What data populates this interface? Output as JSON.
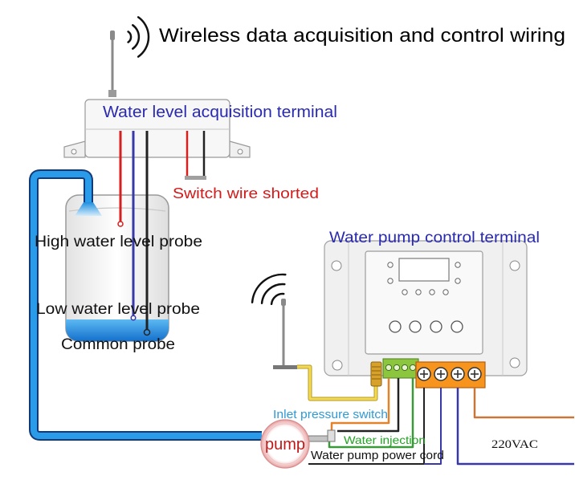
{
  "title": "Wireless data acquisition and control wiring",
  "acquisition_terminal": {
    "label": "Water level acquisition terminal"
  },
  "switch_wire": {
    "label": "Switch wire shorted"
  },
  "tank": {
    "high_probe": "High water level probe",
    "low_probe": "Low water level probe",
    "common_probe": "Common probe"
  },
  "control_terminal": {
    "label": "Water pump control terminal"
  },
  "pump": {
    "label": "pump",
    "inlet_switch": "Inlet pressure switch",
    "water_injection": "Water injection",
    "power_cord": "Water pump power cord"
  },
  "power": {
    "voltage": "220VAC"
  },
  "colors": {
    "title": "#000000",
    "terminal_label": "#2a2ab0",
    "alert_red": "#d41a1a",
    "inlet_switch": "#2e9ad6",
    "water_injection": "#23a323",
    "pump_label": "#c01818",
    "pipe": "#2a9be8",
    "wire_red": "#d62020",
    "wire_blue": "#3838a8",
    "wire_black": "#222222",
    "wire_yellow": "#f2da55",
    "wire_orange": "#e2822a",
    "wire_green": "#3a9a3a",
    "wire_brown": "#c8773a",
    "terminal_block_orange": "#f7941d",
    "terminal_block_green": "#8cc63f"
  }
}
